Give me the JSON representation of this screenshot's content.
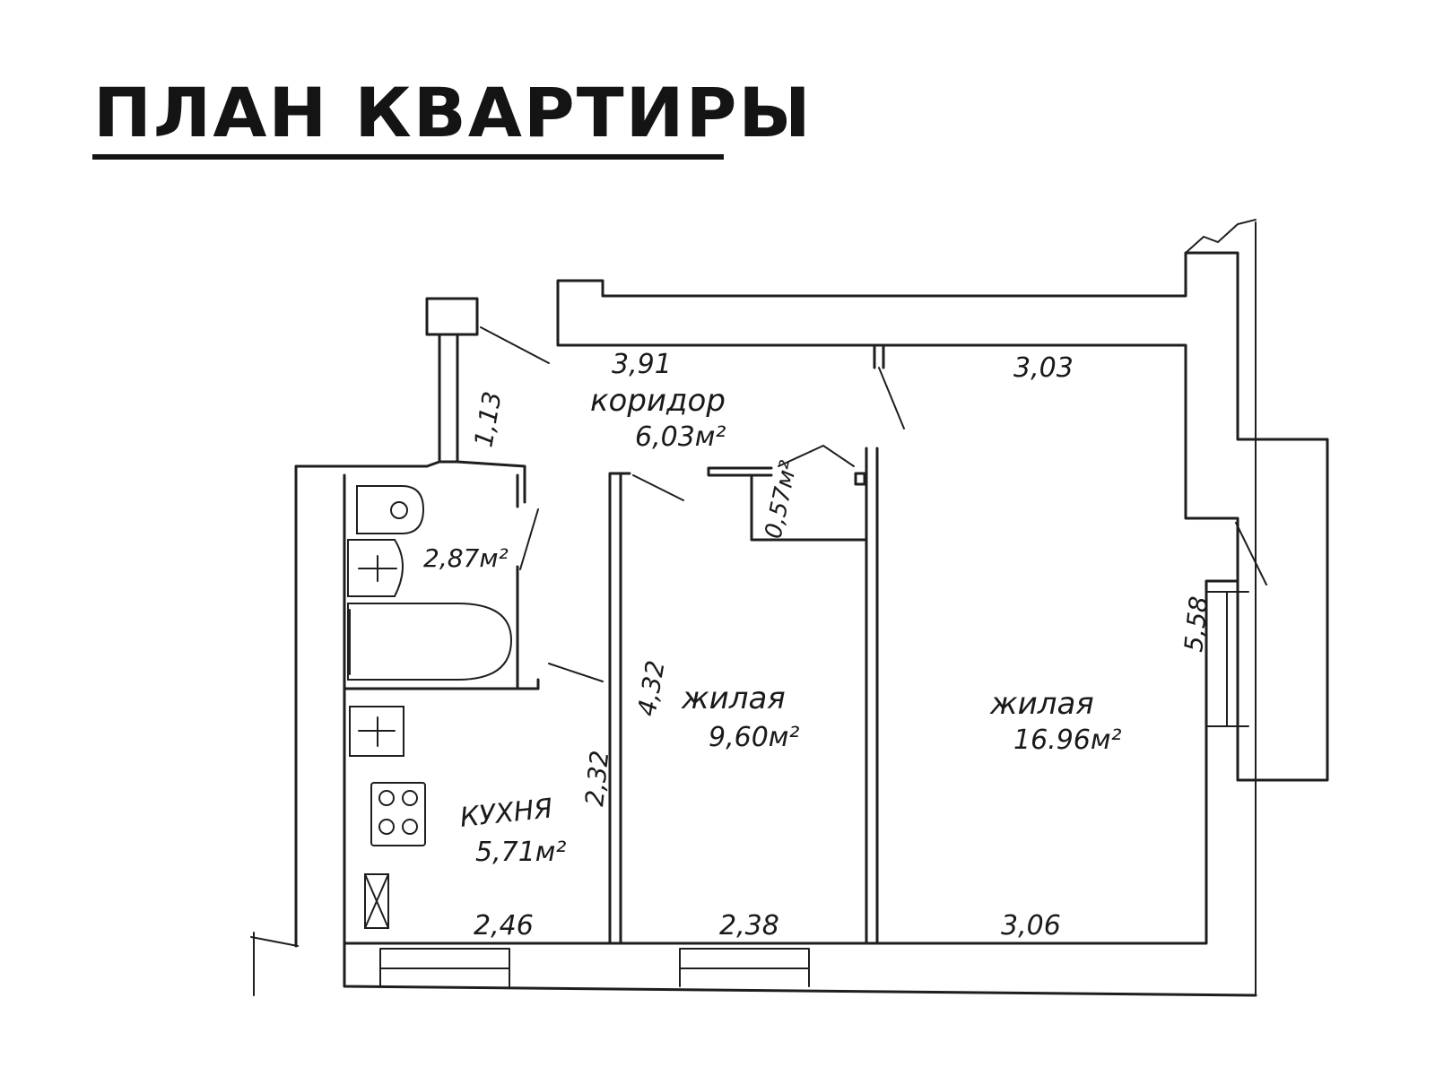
{
  "title": "ПЛАН КВАРТИРЫ",
  "rooms": {
    "corridor": {
      "name": "коридор",
      "area": "6,03м²"
    },
    "bathroom": {
      "area": "2,87м²"
    },
    "closet": {
      "area": "0,57м²"
    },
    "kitchen": {
      "name": "КУХНЯ",
      "area": "5,71м²"
    },
    "room_small": {
      "name": "жилая",
      "area": "9,60м²"
    },
    "room_large": {
      "name": "жилая",
      "area": "16.96м²"
    }
  },
  "dimensions": {
    "corridor_width": "3,91",
    "corridor_depth": "1,13",
    "large_room_top": "3,03",
    "large_room_depth": "5,58",
    "small_room_depth": "4,32",
    "kitchen_depth": "2,32",
    "kitchen_width": "2,46",
    "small_room_width": "2,38",
    "large_room_bottom": "3,06"
  },
  "colors": {
    "ink": "#1e1e1e",
    "background": "#ffffff"
  }
}
